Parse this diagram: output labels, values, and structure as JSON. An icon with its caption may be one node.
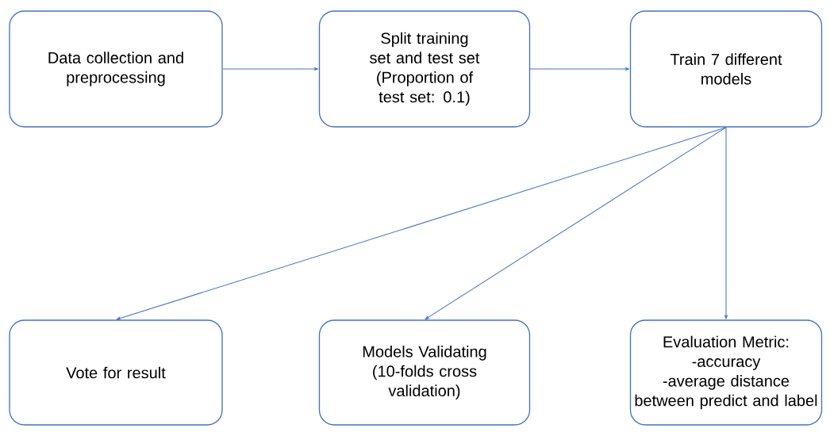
{
  "diagram": {
    "nodes": [
      {
        "text": [
          "Data collection and preprocessing"
        ]
      },
      {
        "text": [
          "Split training set and test set",
          "(Proportion of test set: 0.1)"
        ]
      },
      {
        "text": [
          "Train 7 different models"
        ]
      },
      {
        "text": [
          "Vote for result"
        ]
      },
      {
        "text": [
          "Models Validating",
          "(10-folds cross validation)"
        ]
      },
      {
        "text": [
          "Evaluation Metric:",
          "-accuracy",
          "-average distance between predict and label"
        ]
      }
    ],
    "edges": [
      {
        "from": 0,
        "to": 1,
        "arrow": "to"
      },
      {
        "from": 1,
        "to": 2,
        "arrow": "to"
      },
      {
        "from": 2,
        "to": 3,
        "arrow": "to"
      },
      {
        "from": 2,
        "to": 4,
        "arrow": "to"
      },
      {
        "from": 2,
        "to": 5,
        "arrow": "to"
      }
    ]
  }
}
